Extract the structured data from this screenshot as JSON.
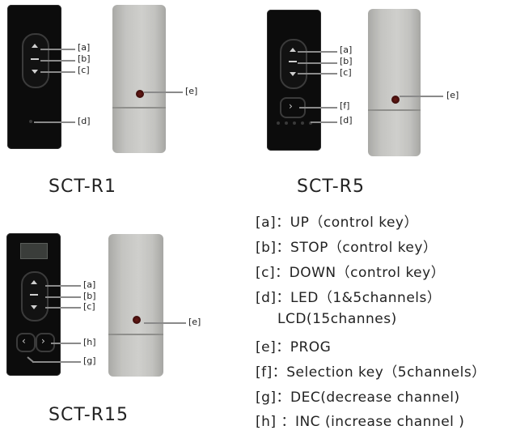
{
  "models": [
    {
      "title": "SCT-R1",
      "labels": {
        "a": "[a]",
        "b": "[b]",
        "c": "[c]",
        "d": "[d]",
        "e": "[e]"
      }
    },
    {
      "title": "SCT-R5",
      "labels": {
        "a": "[a]",
        "b": "[b]",
        "c": "[c]",
        "f": "[f]",
        "d": "[d]",
        "e": "[e]"
      }
    },
    {
      "title": "SCT-R15",
      "labels": {
        "a": "[a]",
        "b": "[b]",
        "c": "[c]",
        "h": "[h]",
        "g": "[g]",
        "e": "[e]"
      }
    }
  ],
  "legend": [
    "[a]：UP（control key）",
    "[b]：STOP（control key）",
    "[c]：DOWN（control key）",
    "[d]：LED（1&5channels）",
    "LCD(15channes)",
    "[e]：PROG",
    "[f]：Selection key（5channels）",
    "[g]：DEC(decrease channel)",
    "[h] ：INC (increase channel )"
  ]
}
